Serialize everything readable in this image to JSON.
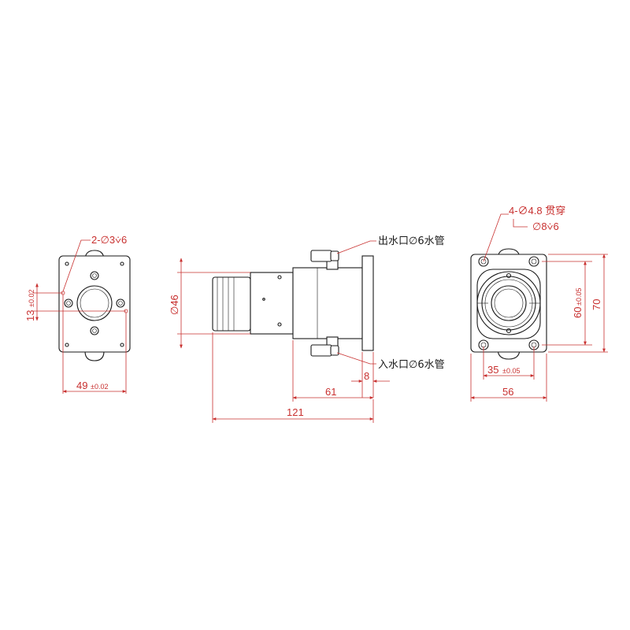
{
  "left_view": {
    "hole_callout": "2-∅3⩒6",
    "dim_13": "13",
    "dim_13_tol": "±0.02",
    "dim_49": "49",
    "dim_49_tol": "±0.02"
  },
  "side_view": {
    "dia_46": "∅46",
    "outlet_label": "出水口∅6水管",
    "inlet_label": "入水口∅6水管",
    "dim_8": "8",
    "dim_61": "61",
    "dim_121": "121"
  },
  "right_view": {
    "hole_callout_1": "4-∅4.8 贯穿",
    "hole_callout_2": "∅8⩒6",
    "dim_60": "60",
    "dim_60_tol": "±0.05",
    "dim_70": "70",
    "dim_35": "35",
    "dim_35_tol": "±0.05",
    "dim_56": "56"
  },
  "colors": {
    "dimension": "#c8302f",
    "outline": "#1a1a1a"
  }
}
